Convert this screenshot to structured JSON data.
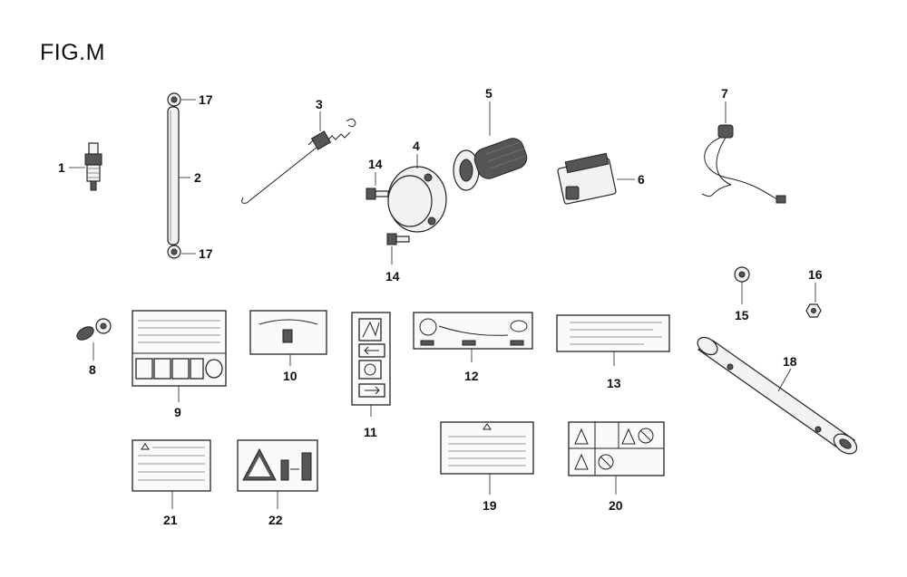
{
  "figure": {
    "title": "FIG.M"
  },
  "callouts": {
    "c1": "1",
    "c2": "2",
    "c3": "3",
    "c4": "4",
    "c5": "5",
    "c6": "6",
    "c7": "7",
    "c8": "8",
    "c9": "9",
    "c10": "10",
    "c11": "11",
    "c12": "12",
    "c13": "13",
    "c14a": "14",
    "c14b": "14",
    "c15": "15",
    "c16": "16",
    "c17a": "17",
    "c17b": "17",
    "c18": "18",
    "c19": "19",
    "c20": "20",
    "c21": "21",
    "c22": "22"
  }
}
